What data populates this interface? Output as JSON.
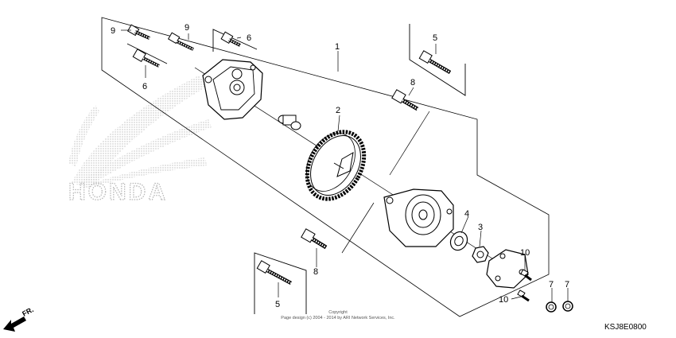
{
  "watermark": {
    "brand": "HONDA"
  },
  "copyright": {
    "line1": "Copyright",
    "line2": "Page design (c) 2004 - 2014 by ARI Network Services, Inc."
  },
  "diagram_code": "KSJ8E0800",
  "direction_label": "FR.",
  "callouts": {
    "c1": "1",
    "c2": "2",
    "c3": "3",
    "c4": "4",
    "c5_top": "5",
    "c5_bottom": "5",
    "c6_left": "6",
    "c6_top": "6",
    "c7_a": "7",
    "c7_b": "7",
    "c8_top": "8",
    "c8_bottom": "8",
    "c9_a": "9",
    "c9_b": "9",
    "c10_a": "10",
    "c10_b": "10"
  },
  "colors": {
    "line": "#000000",
    "watermark": "#b8b8b8"
  }
}
